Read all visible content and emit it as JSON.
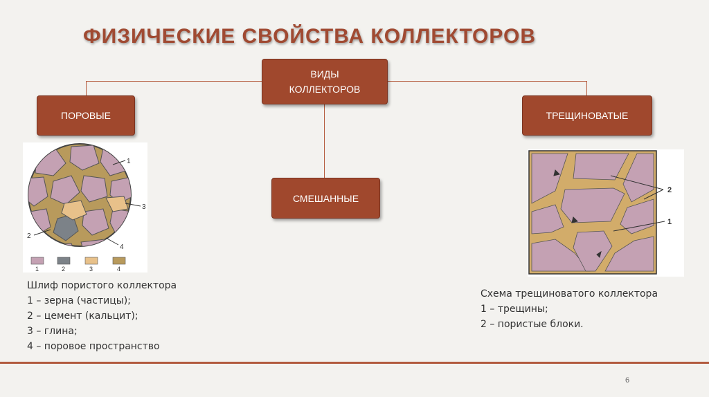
{
  "title": "ФИЗИЧЕСКИЕ СВОЙСТВА КОЛЛЕКТОРОВ",
  "boxes": {
    "root_line1": "ВИДЫ",
    "root_line2": "КОЛЛЕКТОРОВ",
    "porous": "ПОРОВЫЕ",
    "fractured": "ТРЕЩИНОВАТЫЕ",
    "mixed": "СМЕШАННЫЕ"
  },
  "porous_figure": {
    "labels": [
      "1",
      "2",
      "3",
      "4"
    ],
    "legend": [
      "1",
      "2",
      "3",
      "4"
    ],
    "colors": {
      "grain": "#c4a1b3",
      "cement": "#7c8288",
      "clay": "#e8c18a",
      "pore": "#b89a5c"
    }
  },
  "fractured_figure": {
    "labels": [
      "2",
      "1"
    ],
    "colors": {
      "block": "#c4a1b3",
      "fracture": "#d2ac6a"
    }
  },
  "porous_caption": [
    "Шлиф пористого коллектора",
    "1 – зерна (частицы);",
    "2 – цемент (кальцит);",
    "3 – глина;",
    "4 – поровое пространство"
  ],
  "fractured_caption": [
    "Схема трещиноватого коллектора",
    "1 – трещины;",
    "2 – пористые блоки."
  ],
  "page_number": "6"
}
